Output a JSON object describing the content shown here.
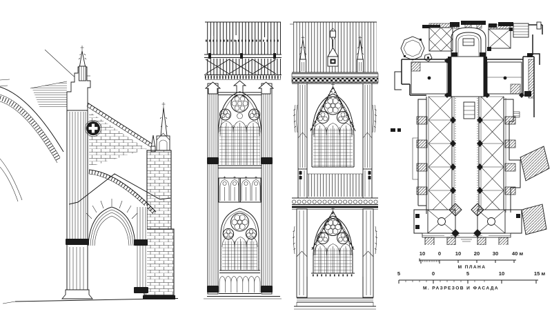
{
  "figure": {
    "ink_color": "#1b1b1b",
    "paper_color": "#ffffff",
    "scale_plan": {
      "tick_labels": [
        "10",
        "0",
        "10",
        "20",
        "30"
      ],
      "end_label": "40 м",
      "caption": "М ПЛАНА"
    },
    "scale_sections": {
      "tick_labels": [
        "5",
        "0",
        "5",
        "10"
      ],
      "end_label": "15 м",
      "caption": "М. РАЗРЕЗОВ И ФАСАДА"
    }
  }
}
